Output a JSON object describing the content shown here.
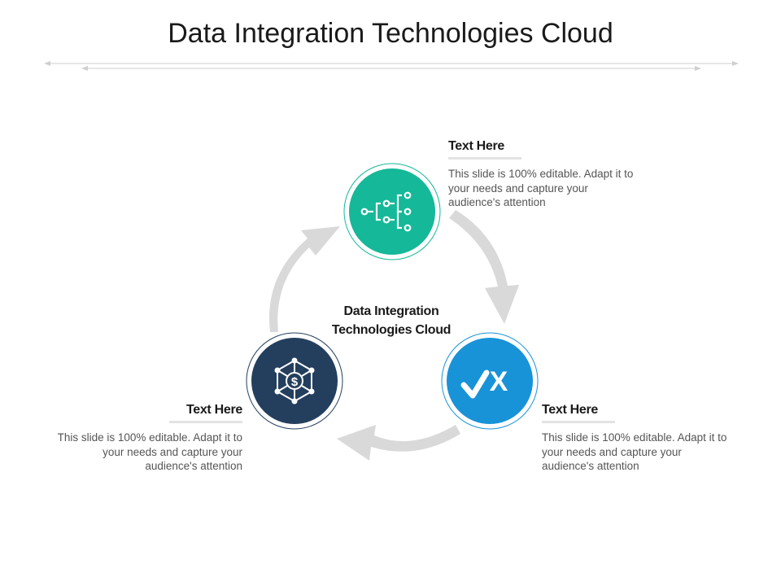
{
  "title": "Data Integration Technologies Cloud",
  "center": {
    "line1": "Data Integration",
    "line2": "Technologies Cloud"
  },
  "colors": {
    "top_circle": "#15b898",
    "right_circle": "#1893d8",
    "left_circle": "#243f5e",
    "arrow": "#d9d9d9",
    "rule": "#cfcfcf"
  },
  "nodes": [
    {
      "id": "top",
      "heading": "Text Here",
      "body": "This slide is 100% editable. Adapt it to your needs and capture your audience's attention",
      "icon": "hierarchy-nodes-icon"
    },
    {
      "id": "right",
      "heading": "Text Here",
      "body": "This slide is 100% editable. Adapt it to your needs and capture your audience's attention",
      "icon": "check-x-icon",
      "icon_text": "X"
    },
    {
      "id": "left",
      "heading": "Text Here",
      "body": "This slide is 100% editable. Adapt it to your needs and capture your audience's attention",
      "icon": "dollar-network-icon",
      "icon_text": "$"
    }
  ]
}
